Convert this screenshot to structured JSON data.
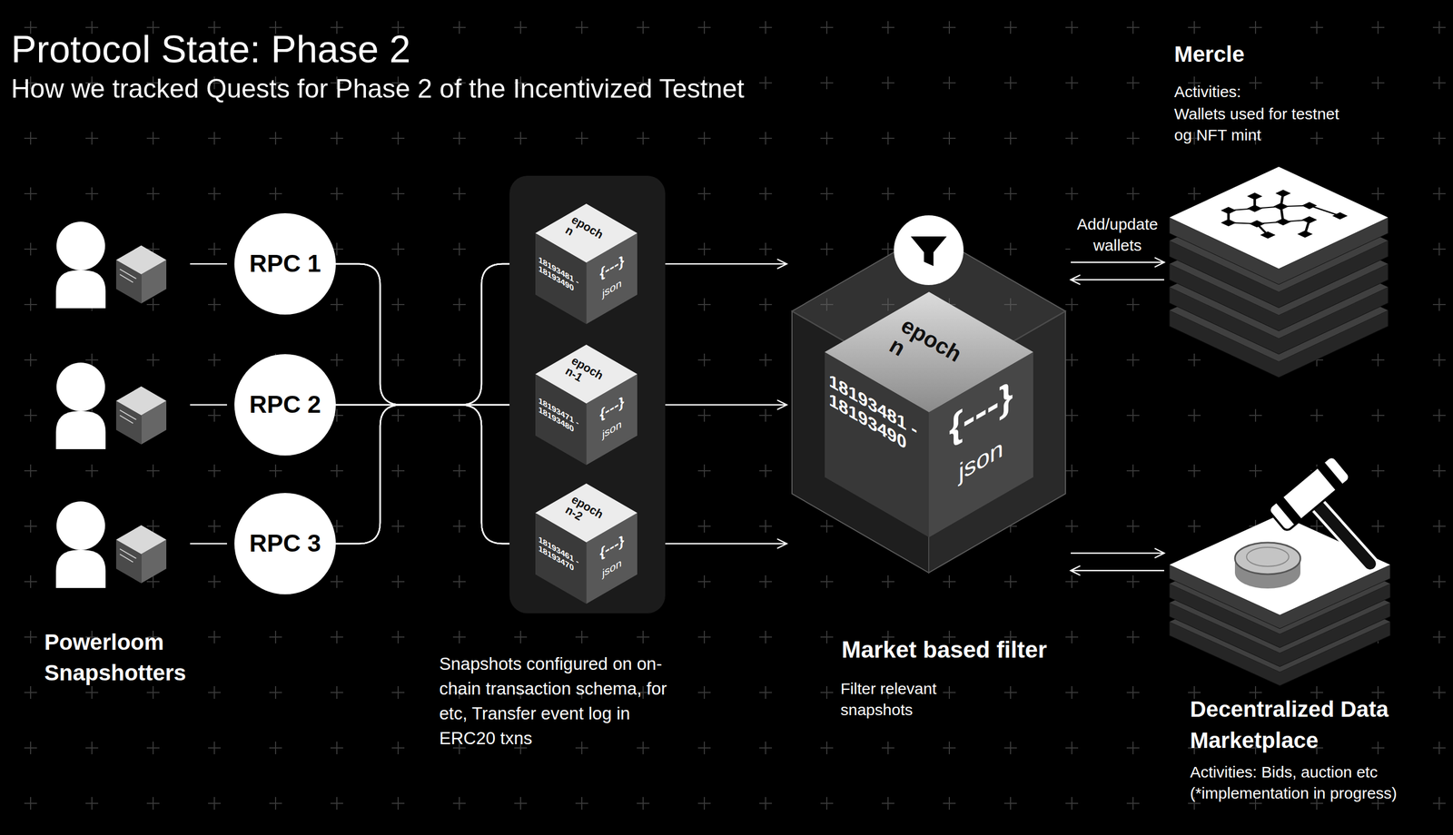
{
  "diagram": {
    "title": "Protocol State: Phase 2",
    "nodes": [
      {
        "text": [
          "RPC 1"
        ]
      },
      {
        "text": [
          "RPC 2"
        ]
      },
      {
        "text": [
          "RPC 3"
        ]
      },
      {
        "text": [
          "Snapshots configured on on-chain transaction schema, for etc, Transfer event log in ERC20 txns"
        ]
      },
      {
        "text": [
          "epoch n",
          "18193481 - 18193490",
          "{---}",
          "json"
        ],
        "in": 3
      },
      {
        "text": [
          "epoch n-1",
          "18193471 - 18193480",
          "{---}",
          "json"
        ],
        "in": 3
      },
      {
        "text": [
          "epoch n-2",
          "18193461 - 18193470",
          "{---}",
          "json"
        ],
        "in": 3
      },
      {
        "text": [
          "epoch n",
          "18193481 - 18193490",
          "{---}",
          "json",
          "Market based filter",
          "Filter relevant snapshots"
        ]
      },
      {
        "text": [
          "Mercle",
          "Activities:",
          "Wallets used for testnet og NFT mint"
        ]
      },
      {
        "text": [
          "Decentralized Data Marketplace",
          "Activities: Bids, auction etc (*implementation in progress)"
        ]
      }
    ],
    "edges": [
      {
        "from": 0,
        "to": 4,
        "arrow": "none"
      },
      {
        "from": 0,
        "to": 5,
        "arrow": "none"
      },
      {
        "from": 0,
        "to": 6,
        "arrow": "none"
      },
      {
        "from": 1,
        "to": 4,
        "arrow": "none"
      },
      {
        "from": 1,
        "to": 5,
        "arrow": "none"
      },
      {
        "from": 1,
        "to": 6,
        "arrow": "none"
      },
      {
        "from": 2,
        "to": 4,
        "arrow": "none"
      },
      {
        "from": 2,
        "to": 5,
        "arrow": "none"
      },
      {
        "from": 2,
        "to": 6,
        "arrow": "none"
      },
      {
        "from": 4,
        "to": 7,
        "arrow": "to"
      },
      {
        "from": 5,
        "to": 7,
        "arrow": "to"
      },
      {
        "from": 6,
        "to": 7,
        "arrow": "to"
      },
      {
        "from": 7,
        "to": 8,
        "label": "Add/update wallets",
        "arrow": "to"
      },
      {
        "from": 8,
        "to": 7,
        "arrow": "to"
      },
      {
        "from": 7,
        "to": 9,
        "arrow": "to"
      },
      {
        "from": 9,
        "to": 7,
        "arrow": "to"
      }
    ],
    "labels": [
      "How we tracked Quests for Phase 2 of the Incentivized Testnet",
      "Powerloom Snapshotters"
    ]
  }
}
